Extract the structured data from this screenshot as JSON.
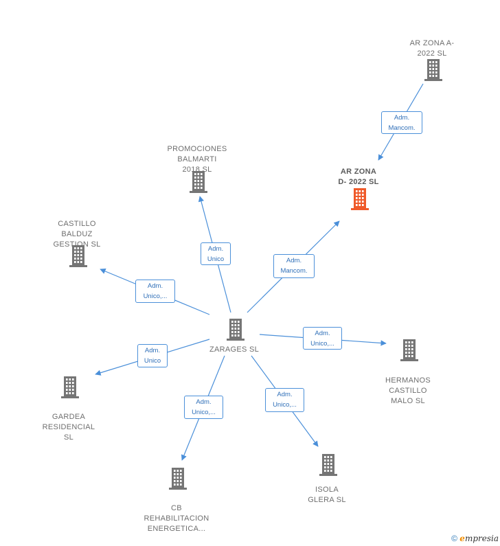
{
  "colors": {
    "node": "#757575",
    "focus_node": "#ef5a2a",
    "edge": "#4a8fd9"
  },
  "icon": "building-icon",
  "nodes": [
    {
      "id": "zarages",
      "label": "ZARAGES SL"
    },
    {
      "id": "ar_zona_a",
      "label": "AR ZONA A-\n2022  SL"
    },
    {
      "id": "ar_zona_d",
      "label": "AR ZONA\nD- 2022  SL",
      "focus": true
    },
    {
      "id": "promociones",
      "label": "PROMOCIONES\nBALMARTI\n2018  SL"
    },
    {
      "id": "castillo_balduz",
      "label": "CASTILLO\nBALDUZ\nGESTION SL"
    },
    {
      "id": "hermanos",
      "label": "HERMANOS\nCASTILLO\nMALO  SL"
    },
    {
      "id": "gardea",
      "label": "GARDEA\nRESIDENCIAL\nSL"
    },
    {
      "id": "cb",
      "label": "CB\nREHABILITACION\nENERGETICA..."
    },
    {
      "id": "isola",
      "label": "ISOLA\nGLERA  SL"
    }
  ],
  "edges": [
    {
      "from": "ar_zona_a",
      "to": "ar_zona_d",
      "label": "Adm.\nMancom."
    },
    {
      "from": "zarages",
      "to": "ar_zona_d",
      "label": "Adm.\nMancom."
    },
    {
      "from": "zarages",
      "to": "promociones",
      "label": "Adm.\nUnico"
    },
    {
      "from": "zarages",
      "to": "castillo_balduz",
      "label": "Adm.\nUnico,..."
    },
    {
      "from": "zarages",
      "to": "hermanos",
      "label": "Adm.\nUnico,..."
    },
    {
      "from": "zarages",
      "to": "gardea",
      "label": "Adm.\nUnico"
    },
    {
      "from": "zarages",
      "to": "cb",
      "label": "Adm.\nUnico,..."
    },
    {
      "from": "zarages",
      "to": "isola",
      "label": "Adm.\nUnico,..."
    }
  ],
  "footer": {
    "copyright": "©",
    "brand_initial": "e",
    "brand_rest": "mpresia"
  }
}
